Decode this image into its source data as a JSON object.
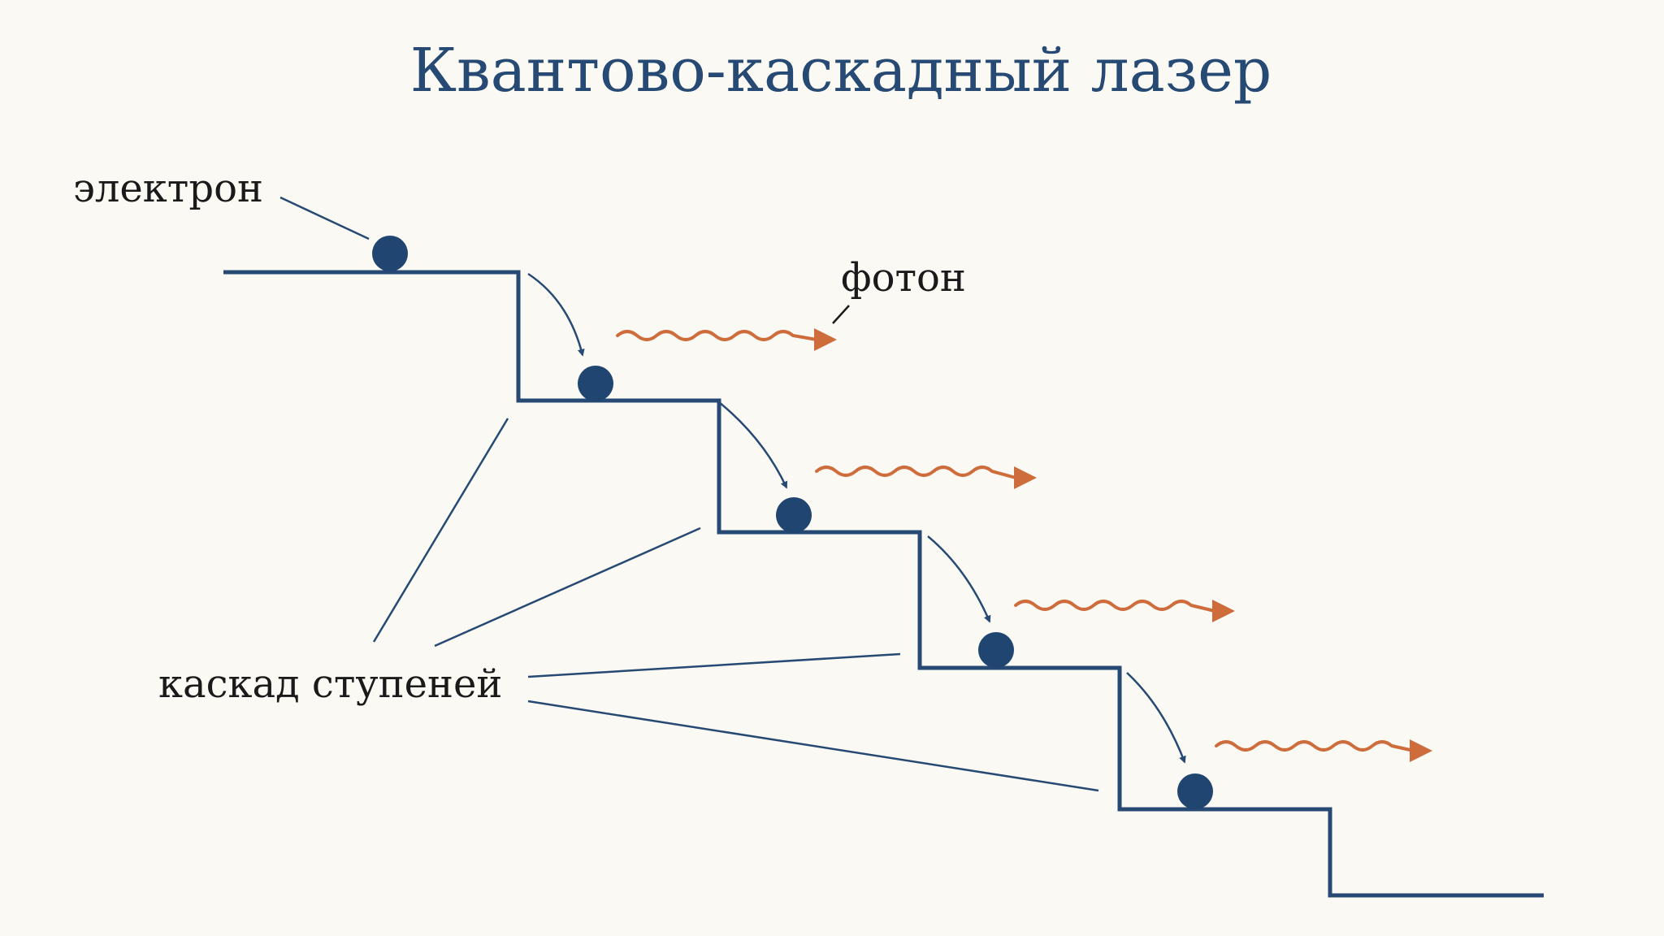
{
  "title": "Квантово-каскадный лазер",
  "labels": {
    "electron": "электрон",
    "photon": "фотон",
    "steps": "каскад ступеней"
  },
  "colors": {
    "background": "#fbf9f3",
    "staircase": "#264a73",
    "electron": "#1f4570",
    "photon": "#cf6c3c",
    "text": "#1a1a1a"
  }
}
